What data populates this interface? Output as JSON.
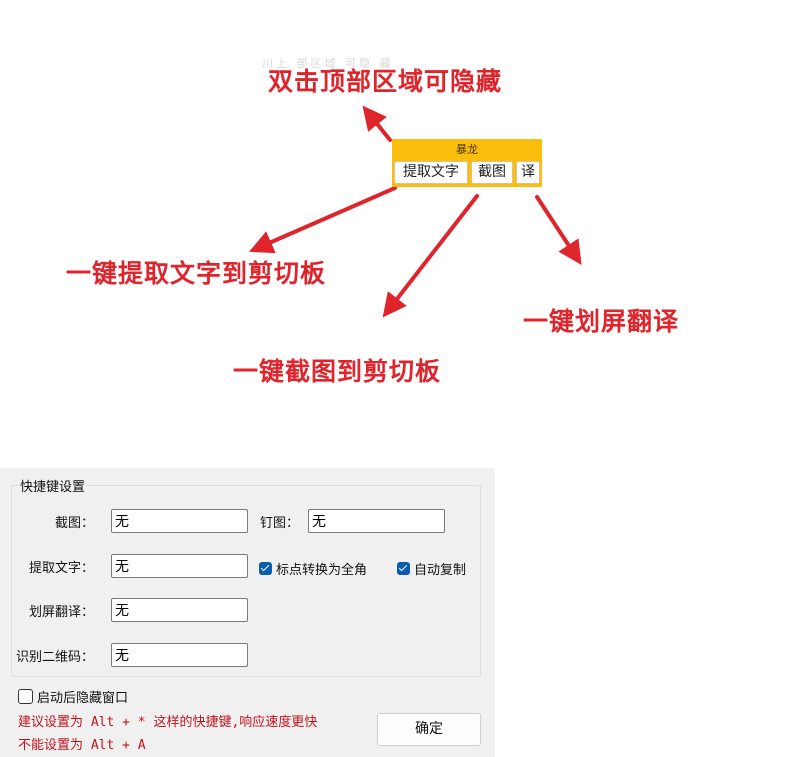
{
  "annotations": {
    "faint_text": "川上 部区域 可隐 藏",
    "double_click_hide": "双击顶部区域可隐藏",
    "ocr_to_clipboard": "一键提取文字到剪切板",
    "screenshot_to_clipboard": "一键截图到剪切板",
    "screen_translate": "一键划屏翻译",
    "color": "#e0242b"
  },
  "toolbar": {
    "title": "暴龙",
    "background": "#fbbe0c",
    "buttons": [
      {
        "label": "提取文字"
      },
      {
        "label": "截图"
      },
      {
        "label": "译"
      }
    ]
  },
  "settings": {
    "group_title": "快捷键设置",
    "rows": [
      {
        "label": "截图：",
        "value": "无"
      },
      {
        "label": "钉图：",
        "value": "无"
      },
      {
        "label": "提取文字：",
        "value": "无"
      },
      {
        "label": "划屏翻译：",
        "value": "无"
      },
      {
        "label": "识别二维码：",
        "value": "无"
      }
    ],
    "checkboxes": [
      {
        "label": "标点转换为全角",
        "checked": true
      },
      {
        "label": "自动复制",
        "checked": true
      },
      {
        "label": "启动后隐藏窗口",
        "checked": false
      }
    ],
    "hints": [
      "建议设置为 Alt + * 这样的快捷键,响应速度更快",
      "不能设置为 Alt + A"
    ],
    "hint_color": "#c0141c",
    "ok_label": "确定"
  }
}
